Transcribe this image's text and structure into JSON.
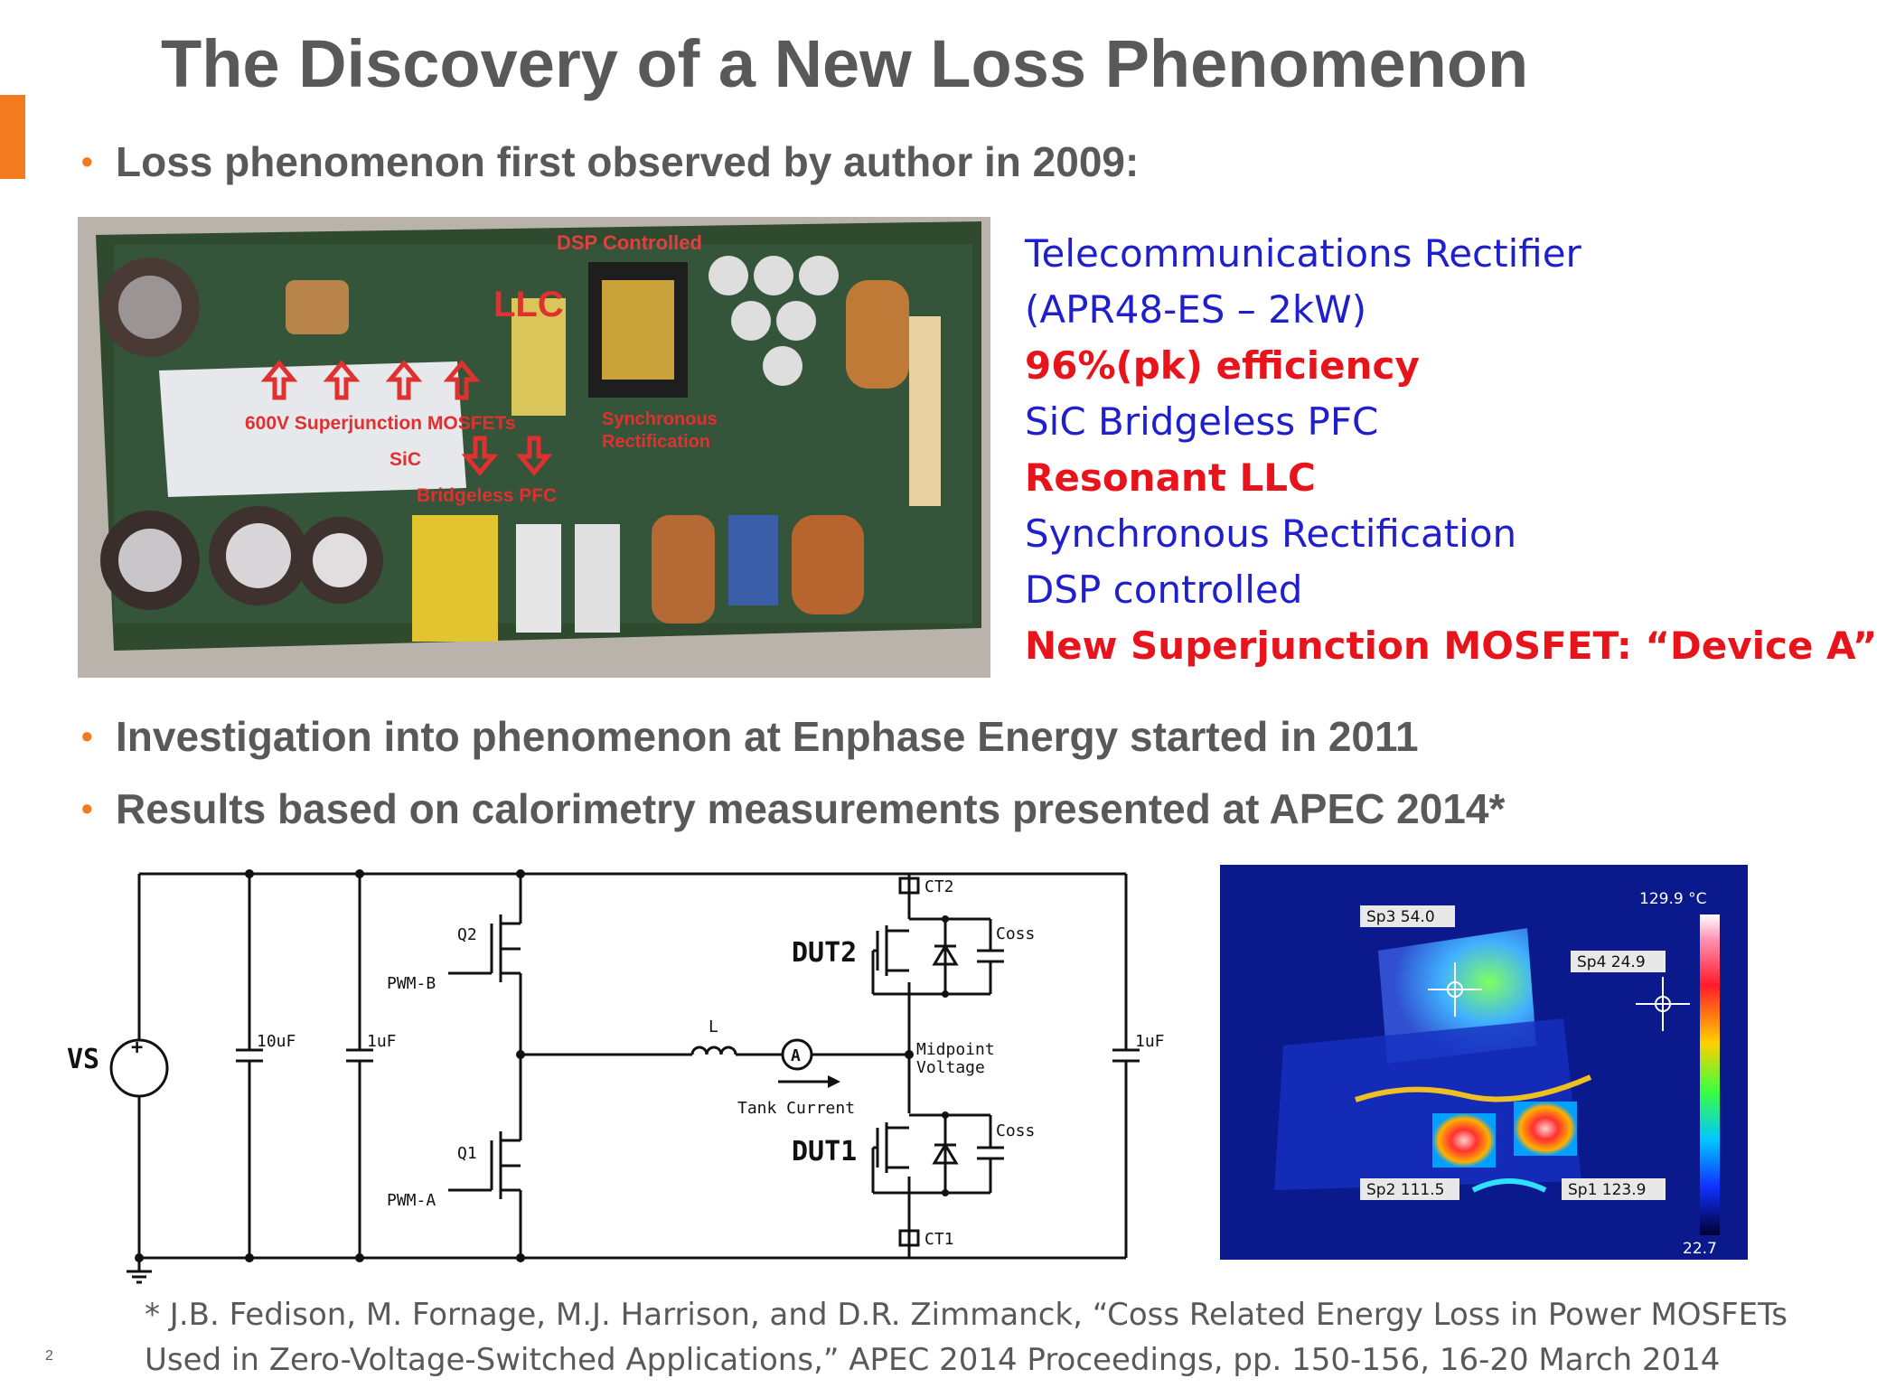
{
  "title": "The Discovery of a New Loss Phenomenon",
  "bullets": [
    "Loss phenomenon first observed by author in 2009:",
    "Investigation into phenomenon at Enphase Energy started in 2011",
    "Results based on calorimetry measurements presented at APEC 2014*"
  ],
  "bullet_glyph": "•",
  "specs": [
    {
      "text": "Telecommunications Rectifier",
      "style": "blue"
    },
    {
      "text": "(APR48-ES – 2kW)",
      "style": "blue"
    },
    {
      "text": "96%(pk) efficiency",
      "style": "red"
    },
    {
      "text": "SiC Bridgeless PFC",
      "style": "blue"
    },
    {
      "text": "Resonant LLC",
      "style": "red"
    },
    {
      "text": "Synchronous Rectification",
      "style": "blue"
    },
    {
      "text": "DSP controlled",
      "style": "blue"
    },
    {
      "text": "New Superjunction MOSFET: “Device A”",
      "style": "red"
    }
  ],
  "photo_labels": {
    "dsp": "DSP Controlled",
    "llc": "LLC",
    "mosfets": "600V Superjunction MOSFETs",
    "sic": "SiC",
    "bridgeless": "Bridgeless PFC",
    "sync1": "Synchronous",
    "sync2": "Rectification"
  },
  "circuit": {
    "vs": "VS",
    "plus": "+",
    "c10": "10uF",
    "c1a": "1uF",
    "c1b": "1uF",
    "q2": "Q2",
    "q1": "Q1",
    "pwmb": "PWM-B",
    "pwma": "PWM-A",
    "inductor": "L",
    "ammeter": "A",
    "tank": "Tank Current",
    "mid1": "Midpoint",
    "mid2": "Voltage",
    "dut2": "DUT2",
    "dut1": "DUT1",
    "coss": "Coss",
    "ct2": "CT2",
    "ct1": "CT1"
  },
  "thermal": {
    "sp3": "Sp3 54.0",
    "sp4": "Sp4 24.9",
    "sp2": "Sp2 111.5",
    "sp1": "Sp1 123.9",
    "max": "129.9 °C",
    "min": "22.7"
  },
  "footnote": [
    "* J.B. Fedison, M. Fornage, M.J. Harrison, and D.R. Zimmanck, “Coss Related Energy Loss in Power MOSFETs",
    "Used in Zero-Voltage-Switched Applications,” APEC 2014 Proceedings, pp. 150-156, 16-20 March 2014"
  ],
  "page_number": "2",
  "colors": {
    "accent": "#f47a20",
    "title": "#595959",
    "spec_blue": "#1f1fcc",
    "spec_red": "#e8141b"
  }
}
